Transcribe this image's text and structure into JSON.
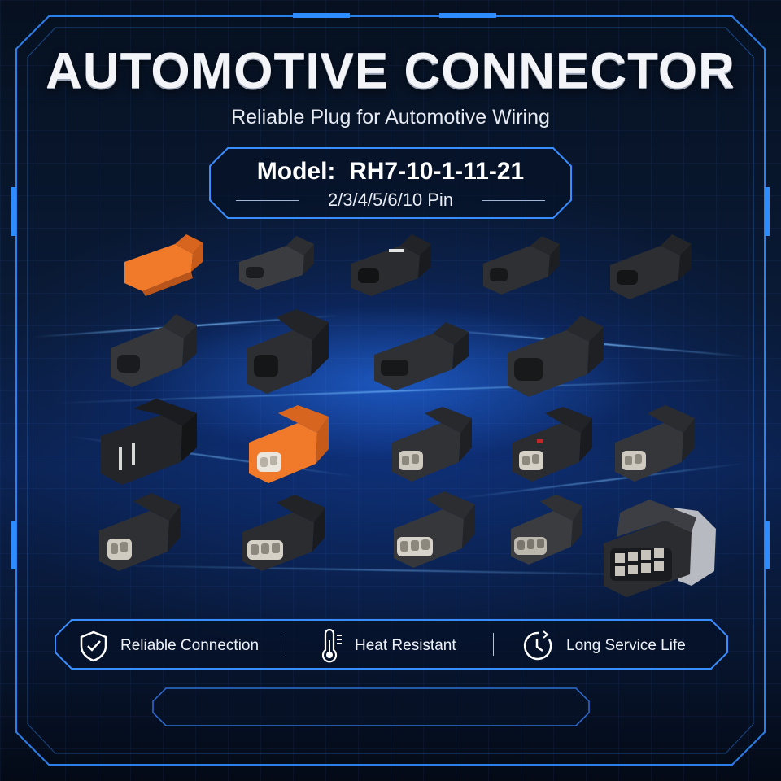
{
  "title": "AUTOMOTIVE CONNECTOR",
  "subtitle": "Reliable Plug for Automotive Wiring",
  "model": {
    "label": "Model:",
    "value": "RH7-10-1-11-21"
  },
  "pins": "2/3/4/5/6/10 Pin",
  "features": [
    {
      "label": "Reliable Connection",
      "icon": "shield-check-icon"
    },
    {
      "label": "Heat Resistant",
      "icon": "thermometer-icon"
    },
    {
      "label": "Long Service Life",
      "icon": "clock-icon"
    }
  ],
  "colors": {
    "frame_accent": "#2f8cff",
    "connector_black": "#2a2c30",
    "connector_orange": "#f07a2a",
    "connector_gray": "#9a9ea3"
  }
}
